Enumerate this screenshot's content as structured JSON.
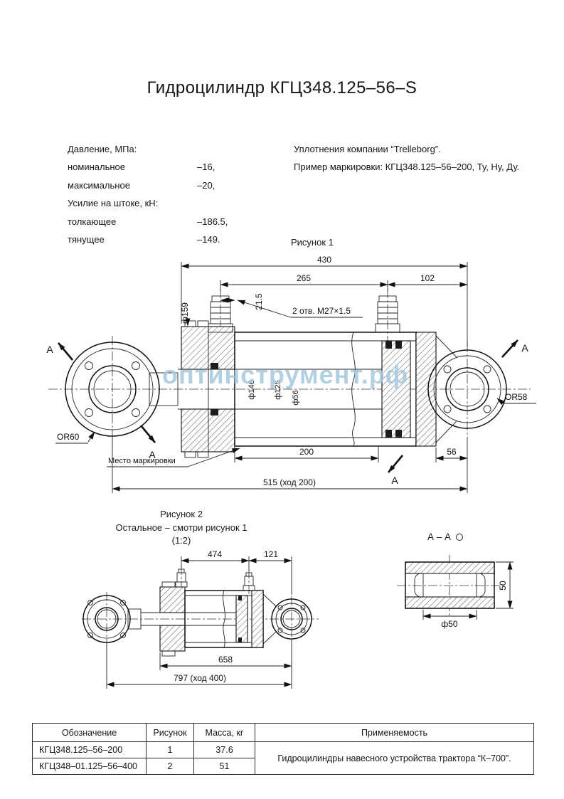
{
  "page": {
    "title": "Гидроцилиндр КГЦ348.125–56–S",
    "watermark": "оптинструмент.рф"
  },
  "specs": {
    "pressure_header": "Давление, МПа:",
    "nominal_label": "номинальное",
    "nominal_value": "–16,",
    "max_label": "максимальное",
    "max_value": "–20,",
    "force_header": "Усилие на штоке, кН:",
    "push_label": "толкающее",
    "push_value": "–186.5,",
    "pull_label": "тянущее",
    "pull_value": "–149."
  },
  "notes": {
    "seals": "Уплотнения компании “Trelleborg”.",
    "marking": "Пример маркировки: КГЦ348.125–56–200, Ту, Ну, Ду."
  },
  "figure1": {
    "caption": "Рисунок 1",
    "dim_total": "430",
    "dim_ports": "265",
    "dim_port_to_eye": "102",
    "dim_port_offset": "21.5",
    "dim_flange": "ф159",
    "holes_note": "2 отв. М27×1.5",
    "dim_tube_od": "ф146",
    "dim_bore": "ф125",
    "dim_rod": "ф56",
    "dim_stroke_len": "200",
    "dim_eye_offset": "56",
    "dim_overall": "515 (ход 200)",
    "or_left": "OR60",
    "or_right": "OR58",
    "marking_label": "Место маркировки",
    "section_letter": "А"
  },
  "figure2": {
    "caption": "Рисунок 2",
    "note": "Остальное – смотри рисунок 1",
    "scale": "(1:2)",
    "dim_ports": "474",
    "dim_port_to_eye": "121",
    "dim_body": "658",
    "dim_overall": "797 (ход 400)"
  },
  "sectionAA": {
    "caption": "А – А",
    "dim_height": "50",
    "dim_bore": "ф50"
  },
  "table": {
    "headers": [
      "Обозначение",
      "Рисунок",
      "Масса, кг",
      "Применяемость"
    ],
    "rows": [
      {
        "designation": "КГЦ348.125–56–200",
        "figure": "1",
        "mass": "37.6"
      },
      {
        "designation": "КГЦ348–01.125–56–400",
        "figure": "2",
        "mass": "51"
      }
    ],
    "application": "Гидроцилиндры навесного устройства трактора “К–700”."
  }
}
